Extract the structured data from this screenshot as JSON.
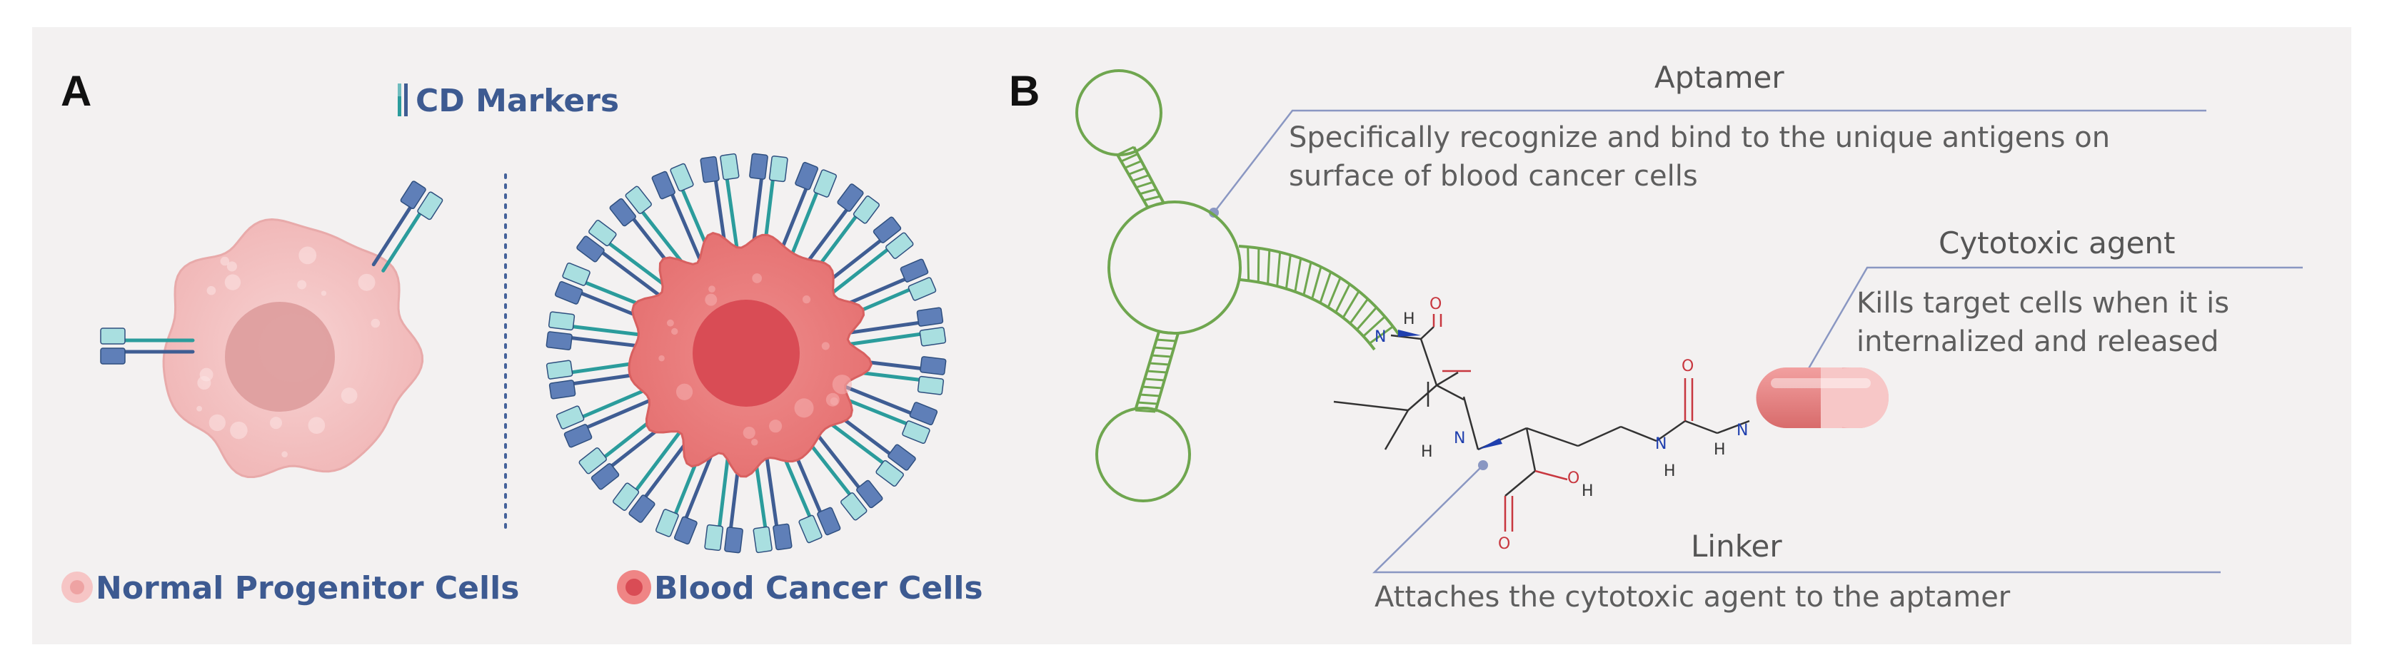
{
  "panel_a": {
    "letter": "A",
    "legend_markers": "CD Markers",
    "label_normal": "Normal Progenitor Cells",
    "label_cancer": "Blood Cancer Cells"
  },
  "panel_b": {
    "letter": "B",
    "aptamer": {
      "title": "Aptamer",
      "description": "Specifically recognize and bind to the unique antigens on surface of blood cancer cells"
    },
    "cytotoxic": {
      "title": "Cytotoxic agent",
      "description": "Kills target cells when it is internalized and released"
    },
    "linker": {
      "title": "Linker",
      "description": "Attaches the cytotoxic agent to the aptamer"
    },
    "atoms": {
      "nitrogen": "N",
      "hydrogen": "H",
      "oxygen": "O"
    }
  },
  "colors": {
    "normal_cell": "#f4c6c6",
    "cancer_cell": "#ec8585",
    "receptor_dark": "#3f5d93",
    "receptor_teal": "#2b9c9c",
    "receptor_light": "#a9dfe0",
    "aptamer_green": "#6fa64f",
    "label_blue": "#3d5a91",
    "callout_line": "#8a97c2"
  }
}
